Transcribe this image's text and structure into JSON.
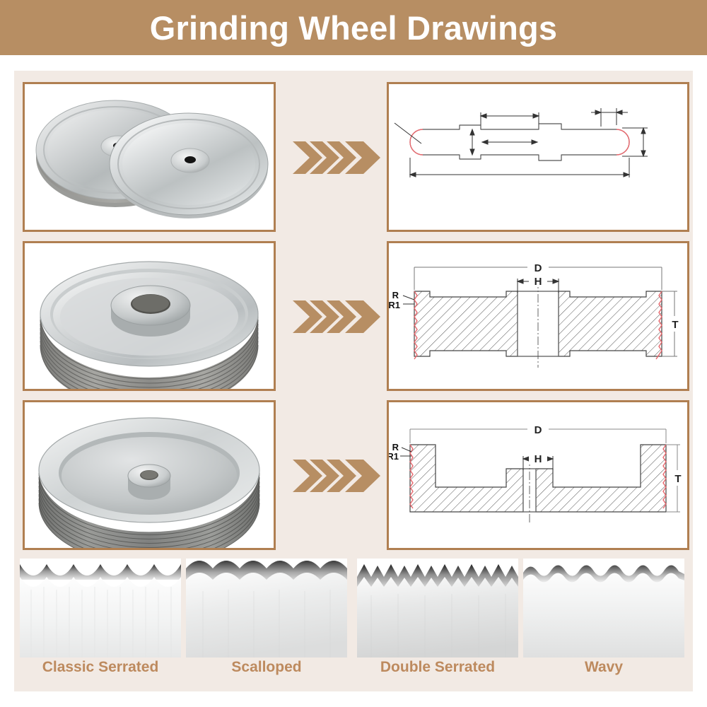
{
  "header": {
    "title": "Grinding Wheel Drawings",
    "background_color": "#b78e63",
    "text_color": "#ffffff"
  },
  "theme": {
    "panel_background": "#f2eae4",
    "card_border": "#b07f51",
    "accent": "#bd8a5e",
    "arrow_color": "#b78e63",
    "drawing_line": "#555555",
    "drawing_highlight": "#e8686e",
    "page_background": "#ffffff"
  },
  "rows": [
    {
      "photo": {
        "name": "twin-flat-grinding-wheels-photo",
        "alt": "Two overlapping flat metal grinding wheel discs with small center bores",
        "style": "twin-discs"
      },
      "arrow": {
        "name": "chevron-arrow",
        "chevrons": 3
      },
      "drawing": {
        "name": "flat-wheel-profile-drawing",
        "type": "profile-dumbbell",
        "labels": []
      }
    },
    {
      "photo": {
        "name": "ribbed-grinding-wheel-photo",
        "alt": "Grooved multi-rib grinding wheel with raised central hub",
        "style": "ribbed-wheel"
      },
      "arrow": {
        "name": "chevron-arrow",
        "chevrons": 3
      },
      "drawing": {
        "name": "double-recess-wheel-section-drawing",
        "type": "section-double-recess",
        "labels": [
          "D",
          "H",
          "T",
          "R",
          "R1"
        ]
      }
    },
    {
      "photo": {
        "name": "cup-grinding-wheel-photo",
        "alt": "Deep cup style grinding wheel with abrasive rim and small hub",
        "style": "cup-wheel"
      },
      "arrow": {
        "name": "chevron-arrow",
        "chevrons": 3
      },
      "drawing": {
        "name": "cup-wheel-section-drawing",
        "type": "section-cup",
        "labels": [
          "D",
          "H",
          "T",
          "R",
          "R1"
        ]
      }
    }
  ],
  "blades": [
    {
      "label": "Classic Serrated",
      "pattern": "classic-serrated",
      "name": "blade-sample-classic-serrated"
    },
    {
      "label": "Scalloped",
      "pattern": "scalloped",
      "name": "blade-sample-scalloped"
    },
    {
      "label": "Double Serrated",
      "pattern": "double-serrated",
      "name": "blade-sample-double-serrated"
    },
    {
      "label": "Wavy",
      "pattern": "wavy",
      "name": "blade-sample-wavy"
    }
  ],
  "drawing_labels": {
    "D": "D",
    "H": "H",
    "T": "T",
    "R": "R",
    "R1": "R1"
  }
}
